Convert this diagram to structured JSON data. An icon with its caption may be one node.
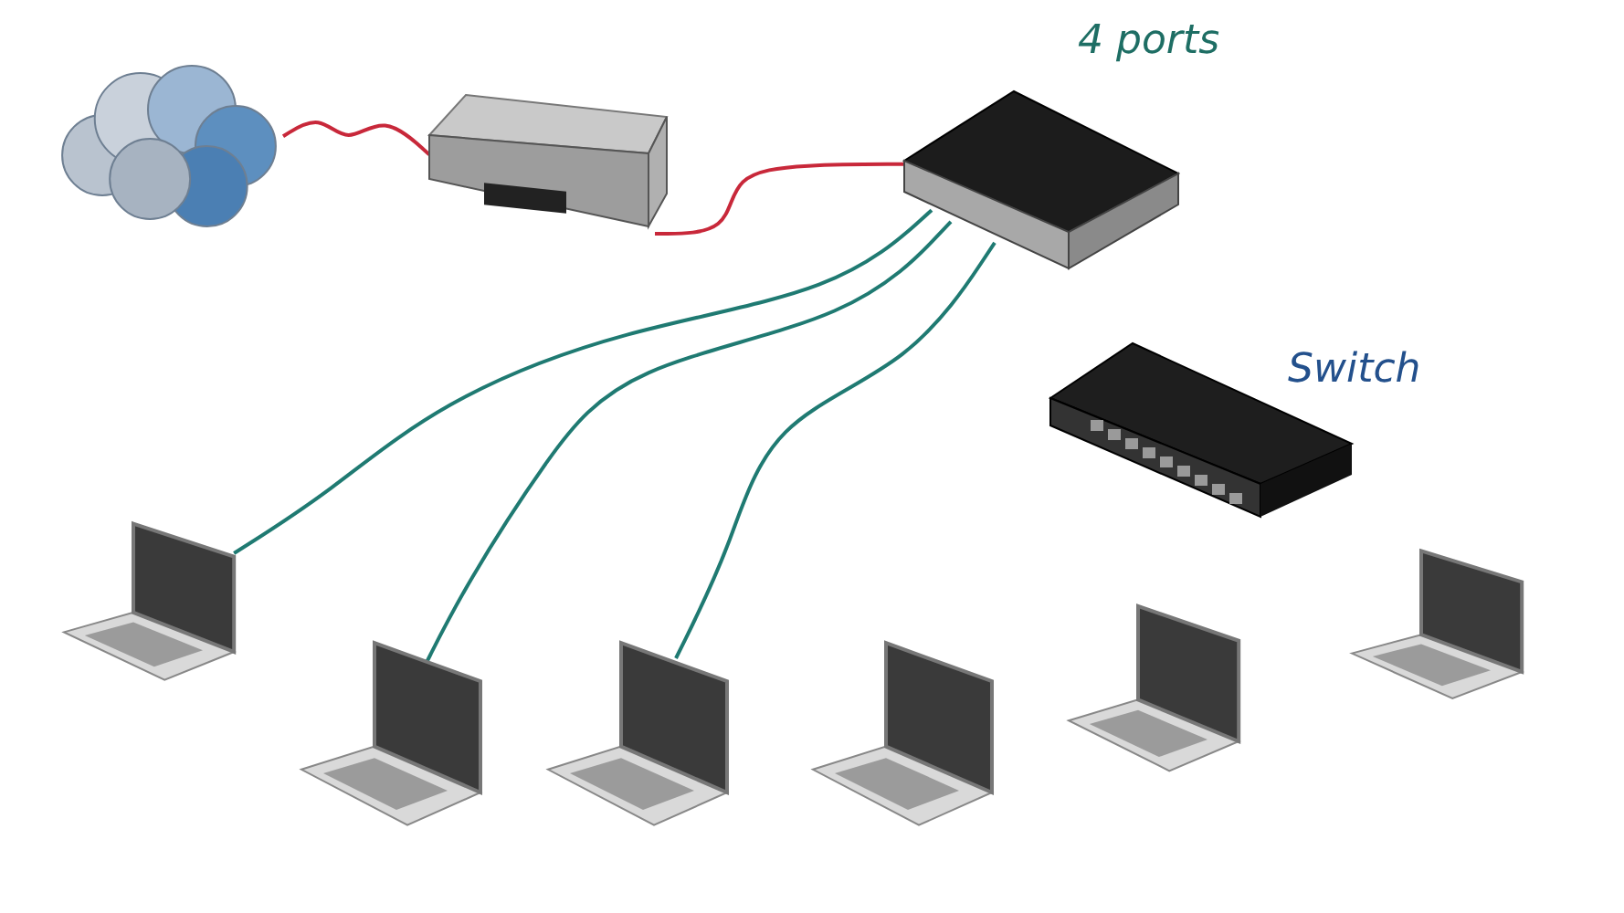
{
  "diagram": {
    "nodes": [
      {
        "text": [],
        "shape": "cloud"
      },
      {
        "text": [],
        "shape": "picture"
      },
      {
        "text": [],
        "shape": "picture",
        "beside": [
          "4 ports"
        ]
      },
      {
        "text": [],
        "shape": "picture",
        "beside": [
          "Switch"
        ]
      },
      {
        "text": [],
        "shape": "picture"
      },
      {
        "text": [],
        "shape": "picture"
      },
      {
        "text": [],
        "shape": "picture"
      },
      {
        "text": [],
        "shape": "picture"
      },
      {
        "text": [],
        "shape": "picture"
      },
      {
        "text": [],
        "shape": "picture"
      }
    ],
    "edges": [
      {
        "from": 0,
        "to": 1,
        "arrow": "none",
        "color": "#c8283a"
      },
      {
        "from": 1,
        "to": 2,
        "arrow": "none",
        "color": "#c8283a"
      },
      {
        "from": 2,
        "to": 4,
        "arrow": "none"
      },
      {
        "from": 2,
        "to": 5,
        "arrow": "none"
      },
      {
        "from": 2,
        "to": 6,
        "arrow": "none"
      }
    ]
  }
}
